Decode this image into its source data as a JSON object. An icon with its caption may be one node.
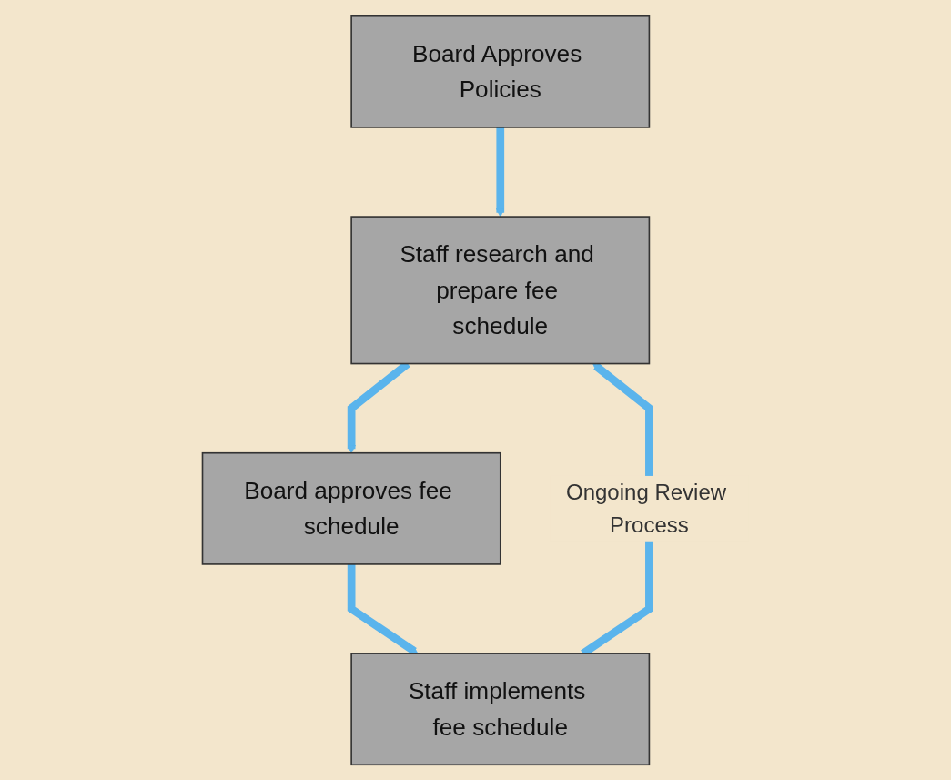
{
  "diagram": {
    "nodes": [
      {
        "text": [
          "Board Approves Policies"
        ]
      },
      {
        "text": [
          "Staff research and prepare fee schedule"
        ]
      },
      {
        "text": [
          "Board approves fee schedule"
        ]
      },
      {
        "text": [
          "Staff implements fee schedule"
        ]
      }
    ],
    "edges": [
      {
        "from": 0,
        "to": 1,
        "arrow": "to"
      },
      {
        "from": 1,
        "to": 2,
        "arrow": "to"
      },
      {
        "from": 2,
        "to": 3,
        "arrow": "to"
      },
      {
        "from": 3,
        "to": 1,
        "arrow": "to",
        "label": "Ongoing Review Process"
      }
    ]
  }
}
